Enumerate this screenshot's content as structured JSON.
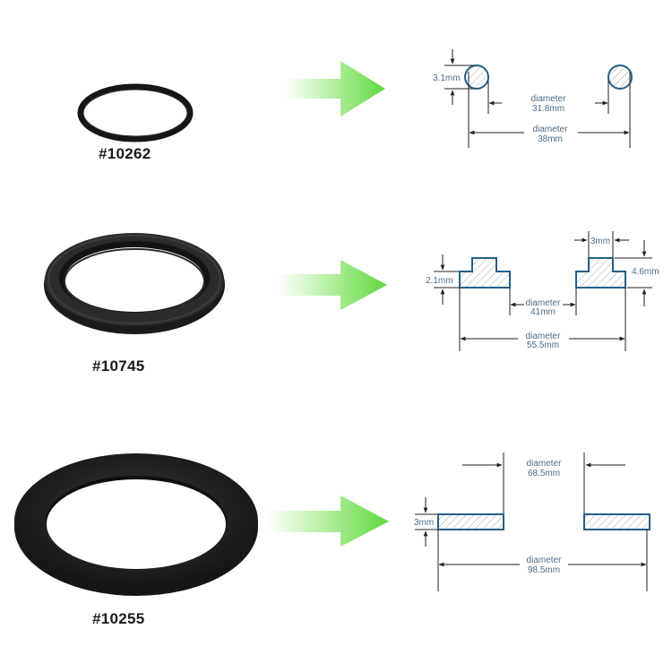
{
  "colors": {
    "arrow_start": "#ffffff",
    "arrow_end": "#5fd83f",
    "profile_outline": "#255f86",
    "dimension_text": "#4d6c86",
    "gasket": "#1e1e1e"
  },
  "parts": [
    {
      "label": "#10262",
      "icon": "o-ring",
      "dims": {
        "thickness": "3.1mm",
        "inner_diameter_word": "diameter",
        "inner_diameter_value": "31.8mm",
        "outer_diameter_word": "diameter",
        "outer_diameter_value": "38mm"
      }
    },
    {
      "label": "#10745",
      "icon": "stepped-gasket",
      "dims": {
        "step_width": "3mm",
        "base_height": "2.1mm",
        "total_height": "4.6mm",
        "inner_diameter_word": "diameter",
        "inner_diameter_value": "41mm",
        "outer_diameter_word": "diameter",
        "outer_diameter_value": "55.5mm"
      }
    },
    {
      "label": "#10255",
      "icon": "flat-washer",
      "dims": {
        "thickness": "3mm",
        "inner_diameter_word": "diameter",
        "inner_diameter_value": "68.5mm",
        "outer_diameter_word": "diameter",
        "outer_diameter_value": "98.5mm"
      }
    }
  ]
}
